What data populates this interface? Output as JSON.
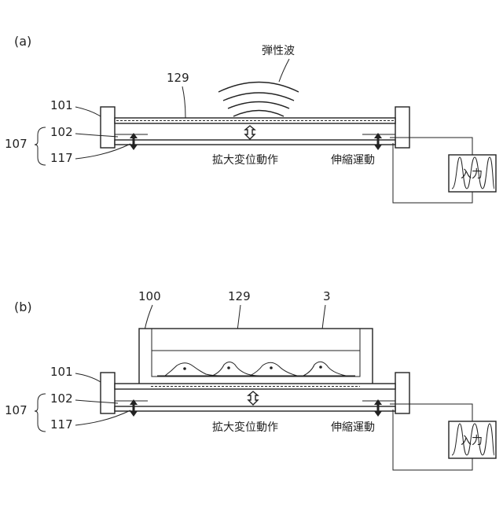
{
  "panel_a": {
    "label": "(a)",
    "elastic_wave": "弾性波",
    "num_129": "129",
    "num_101": "101",
    "num_107": "107",
    "num_102": "102",
    "num_117": "117",
    "amplified_displacement": "拡大変位動作",
    "stretch_motion": "伸縮運動",
    "input": "入力"
  },
  "panel_b": {
    "label": "(b)",
    "num_100": "100",
    "num_129": "129",
    "num_3": "3",
    "num_101": "101",
    "num_107": "107",
    "num_102": "102",
    "num_117": "117",
    "amplified_displacement": "拡大変位動作",
    "stretch_motion": "伸縮運動",
    "input": "入力"
  }
}
